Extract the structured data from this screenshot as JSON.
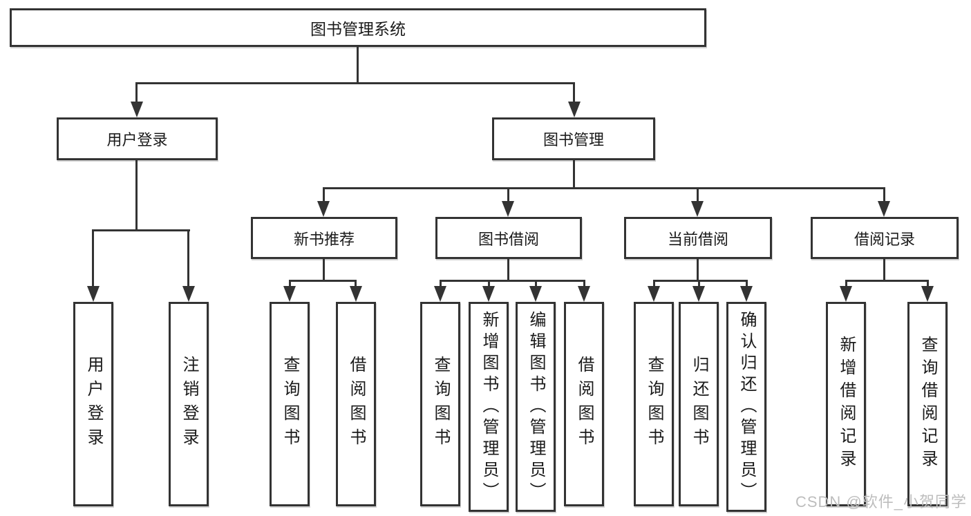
{
  "root": {
    "label": "图书管理系统"
  },
  "user_login": {
    "label": "用户登录",
    "leaves": [
      "用户登录",
      "注销登录"
    ]
  },
  "book_mgmt": {
    "label": "图书管理",
    "modules": [
      {
        "label": "新书推荐",
        "leaves": [
          "查询图书",
          "借阅图书"
        ]
      },
      {
        "label": "图书借阅",
        "leaves": [
          "查询图书",
          "新增图书（管理员）",
          "编辑图书（管理员）",
          "借阅图书"
        ]
      },
      {
        "label": "当前借阅",
        "leaves": [
          "查询图书",
          "归还图书",
          "确认归还（管理员）"
        ]
      },
      {
        "label": "借阅记录",
        "leaves": [
          "新增借阅记录",
          "查询借阅记录"
        ]
      }
    ]
  },
  "watermark": "CSDN @软件_小贺同学",
  "colors": {
    "line": "#333333",
    "box_background": "#ffffff",
    "text": "#1a1a1a",
    "watermark": "#bdbdbd",
    "page_background": "#ffffff"
  }
}
